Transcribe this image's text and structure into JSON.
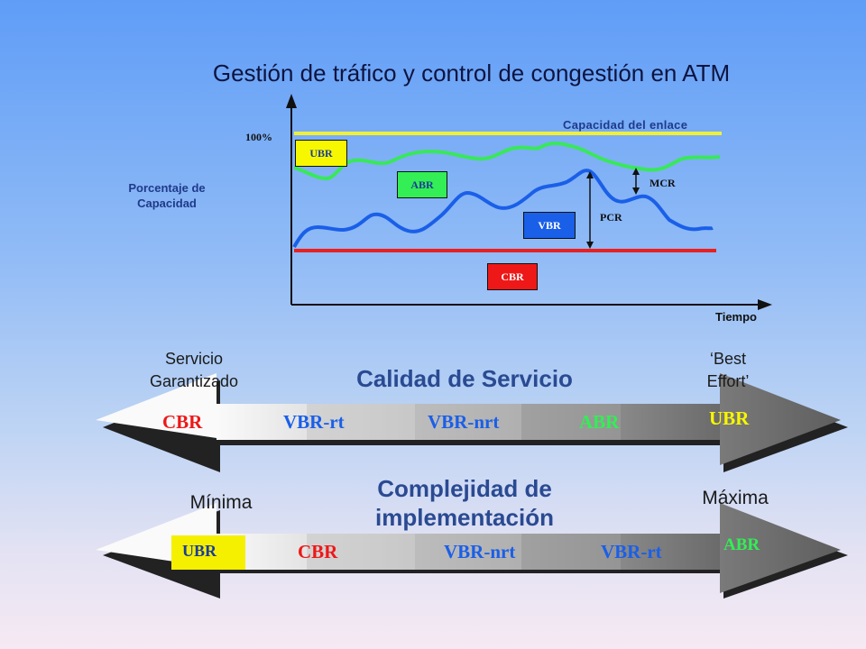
{
  "title": "Gestión de tráfico y control de congestión en ATM",
  "chart": {
    "y_axis_label_line1": "Porcentaje de",
    "y_axis_label_line2": "Capacidad",
    "x_axis_label": "Tiempo",
    "y_100_label": "100%",
    "link_capacity_label": "Capacidad del enlace",
    "markers": {
      "ubr": "UBR",
      "abr": "ABR",
      "vbr": "VBR",
      "cbr": "CBR",
      "mcr": "MCR",
      "pcr": "PCR"
    },
    "colors": {
      "capacity_line": "#f0f03a",
      "ubr_line": "#38e85a",
      "vbr_line": "#1a5fe8",
      "cbr_line": "#e82020",
      "ubr_box": "#f7f700",
      "abr_box": "#33ee55",
      "vbr_box": "#1a5fe8",
      "cbr_box": "#ee1818"
    }
  },
  "qos": {
    "title": "Calidad de Servicio",
    "left_line1": "Servicio",
    "left_line2": "Garantizado",
    "right_line1": "‘Best",
    "right_line2": "Effort’",
    "segments": [
      "CBR",
      "VBR-rt",
      "VBR-nrt",
      "ABR",
      "UBR"
    ]
  },
  "complexity": {
    "title_line1": "Complejidad de",
    "title_line2": "implementación",
    "left": "Mínima",
    "right": "Máxima",
    "segments": [
      "UBR",
      "CBR",
      "VBR-nrt",
      "VBR-rt",
      "ABR"
    ]
  }
}
